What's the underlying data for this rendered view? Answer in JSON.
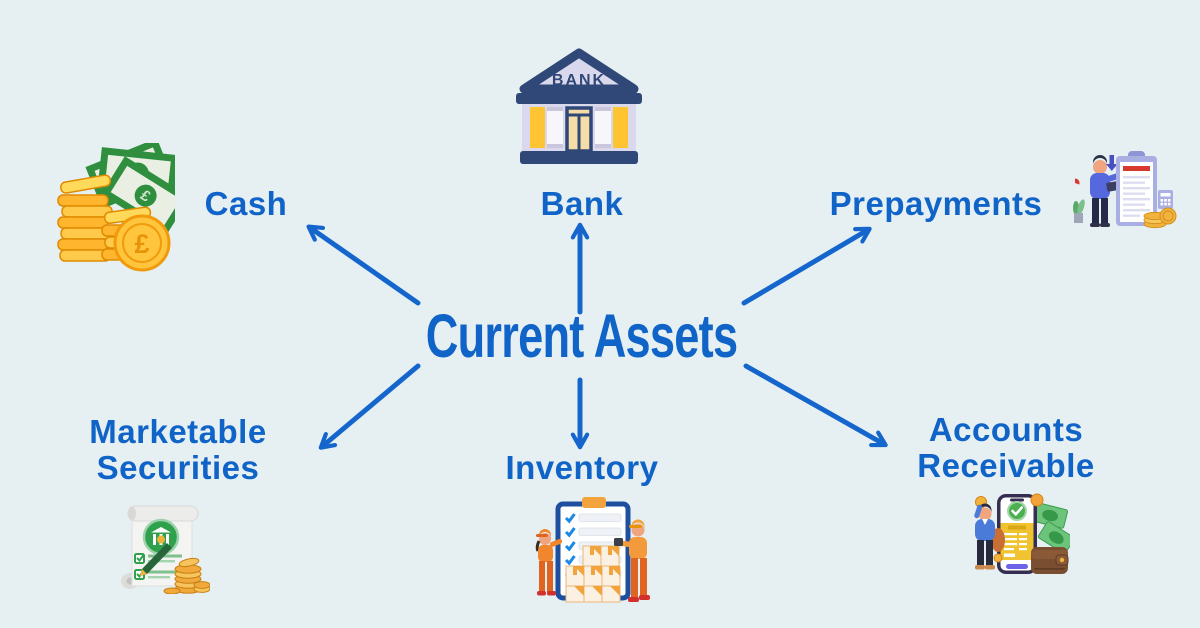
{
  "title": "Current Assets",
  "colors": {
    "background": "#E6F0F3",
    "label_blue": "#1063C7",
    "arrow_blue": "#1566CC",
    "bank_navy": "#2F4877",
    "coin_gold": "#FFB52E",
    "note_green": "#2F8F3F",
    "worker_orange": "#F2862C"
  },
  "nodes": [
    {
      "id": "cash",
      "label": "Cash",
      "icon": "cash-icon"
    },
    {
      "id": "bank",
      "label": "Bank",
      "icon": "bank-icon"
    },
    {
      "id": "prepayments",
      "label": "Prepayments",
      "icon": "prepayments-icon"
    },
    {
      "id": "marketable-securities",
      "label": "Marketable Securities",
      "icon": "marketable-securities-icon"
    },
    {
      "id": "inventory",
      "label": "Inventory",
      "icon": "inventory-icon"
    },
    {
      "id": "accounts-receivable",
      "label": "Accounts Receivable",
      "icon": "accounts-receivable-icon"
    }
  ],
  "bank_building_text": "BANK",
  "cash_currency_symbol": "£"
}
